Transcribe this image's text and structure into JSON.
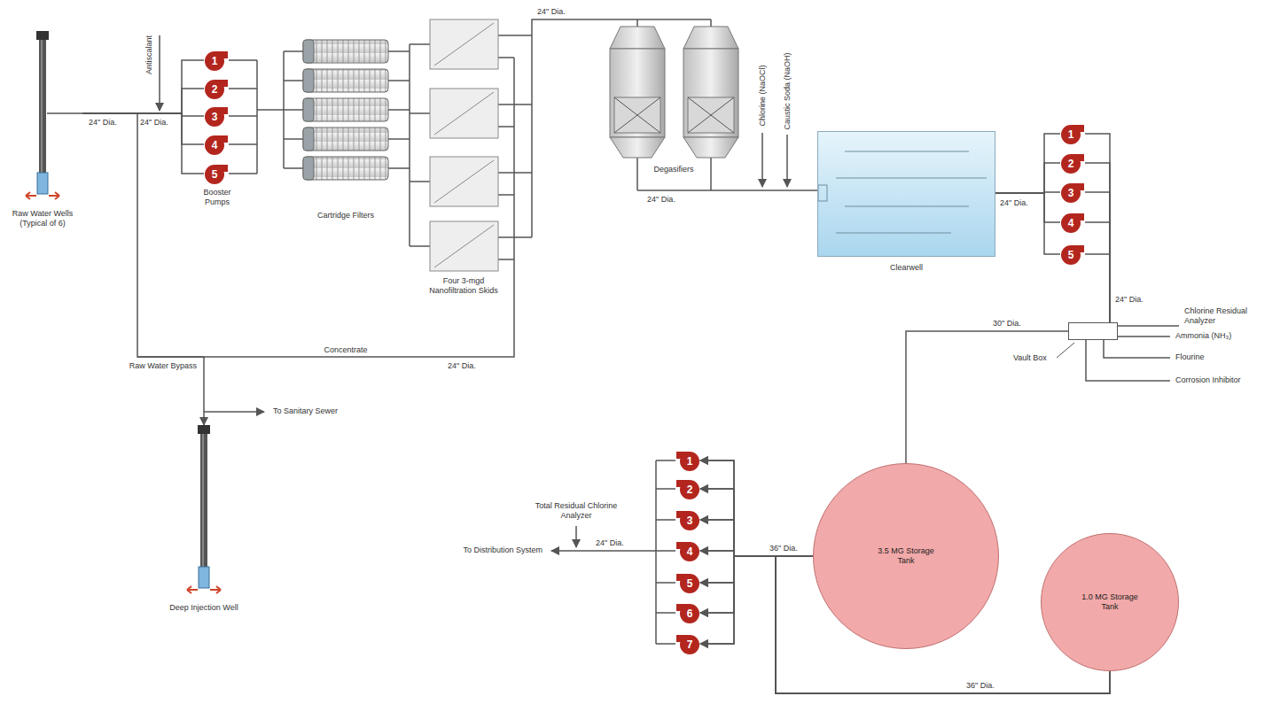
{
  "diagram": {
    "nodes": [
      {
        "text": [
          "Raw Water Wells (Typical of 6)"
        ]
      },
      {
        "text": [
          "1"
        ]
      },
      {
        "text": [
          "2"
        ]
      },
      {
        "text": [
          "3"
        ]
      },
      {
        "text": [
          "4"
        ]
      },
      {
        "text": [
          "5"
        ]
      },
      {
        "text": [
          "Clearwell"
        ]
      },
      {
        "text": [
          "1"
        ]
      },
      {
        "text": [
          "2"
        ]
      },
      {
        "text": [
          "3"
        ]
      },
      {
        "text": [
          "4"
        ]
      },
      {
        "text": [
          "5"
        ]
      },
      {
        "text": [
          "Vault Box"
        ]
      },
      {
        "text": [
          "3.5 MG Storage Tank"
        ]
      },
      {
        "text": [
          "1.0 MG Storage Tank"
        ]
      },
      {
        "text": [
          "1"
        ]
      },
      {
        "text": [
          "2"
        ]
      },
      {
        "text": [
          "3"
        ]
      },
      {
        "text": [
          "4"
        ]
      },
      {
        "text": [
          "5"
        ]
      },
      {
        "text": [
          "6"
        ]
      },
      {
        "text": [
          "7"
        ]
      },
      {
        "text": [
          "Deep Injection Well"
        ]
      }
    ],
    "edges": [
      {
        "from": 0,
        "to": 1,
        "arrow": "none"
      },
      {
        "from": 0,
        "to": 2,
        "arrow": "none"
      },
      {
        "from": 0,
        "to": 3,
        "arrow": "none"
      },
      {
        "from": 0,
        "to": 4,
        "arrow": "none"
      },
      {
        "from": 0,
        "to": 5,
        "arrow": "none"
      },
      {
        "from": 6,
        "to": 7,
        "arrow": "none"
      },
      {
        "from": 6,
        "to": 8,
        "arrow": "none"
      },
      {
        "from": 6,
        "to": 9,
        "arrow": "none"
      },
      {
        "from": 6,
        "to": 10,
        "arrow": "none"
      },
      {
        "from": 6,
        "to": 11,
        "arrow": "none"
      },
      {
        "from": 7,
        "to": 12,
        "arrow": "none"
      },
      {
        "from": 8,
        "to": 12,
        "arrow": "none"
      },
      {
        "from": 9,
        "to": 12,
        "arrow": "none"
      },
      {
        "from": 10,
        "to": 12,
        "arrow": "none"
      },
      {
        "from": 11,
        "to": 12,
        "arrow": "none"
      },
      {
        "from": 12,
        "to": 13,
        "arrow": "none"
      },
      {
        "from": 13,
        "to": 15,
        "arrow": "to"
      },
      {
        "from": 13,
        "to": 16,
        "arrow": "to"
      },
      {
        "from": 13,
        "to": 17,
        "arrow": "to"
      },
      {
        "from": 13,
        "to": 18,
        "arrow": "to"
      },
      {
        "from": 13,
        "to": 19,
        "arrow": "to"
      },
      {
        "from": 13,
        "to": 20,
        "arrow": "to"
      },
      {
        "from": 13,
        "to": 21,
        "arrow": "to"
      },
      {
        "from": 14,
        "to": 15,
        "arrow": "to"
      },
      {
        "from": 14,
        "to": 16,
        "arrow": "to"
      },
      {
        "from": 14,
        "to": 17,
        "arrow": "to"
      },
      {
        "from": 14,
        "to": 18,
        "arrow": "to"
      },
      {
        "from": 14,
        "to": 19,
        "arrow": "to"
      },
      {
        "from": 14,
        "to": 20,
        "arrow": "to"
      },
      {
        "from": 14,
        "to": 21,
        "arrow": "to"
      },
      {
        "from": 0,
        "to": 22,
        "arrow": "to"
      }
    ],
    "labels": [
      "Antiscalant",
      "24\" Dia.",
      "24\" Dia.",
      "Booster Pumps",
      "Cartridge Filters",
      "Four 3-mgd Nanofiltration Skids",
      "24\" Dia.",
      "Degasifiers",
      "24\" Dia.",
      "Chlorine (NaOCl)",
      "Caustic Soda (NaOH)",
      "24\" Dia.",
      "24\" Dia.",
      "Chlorine Residual Analyzer",
      "30\" Dia.",
      "Ammonia (NH₃)",
      "Flourine",
      "Corrosion Inhibitor",
      "Concentrate",
      "24\" Dia.",
      "Raw Water Bypass",
      "To Sanitary Sewer",
      "Total Residual Chlorine Analyzer",
      "To Distribution System",
      "24\" Dia.",
      "36\" Dia.",
      "36\" Dia."
    ]
  }
}
